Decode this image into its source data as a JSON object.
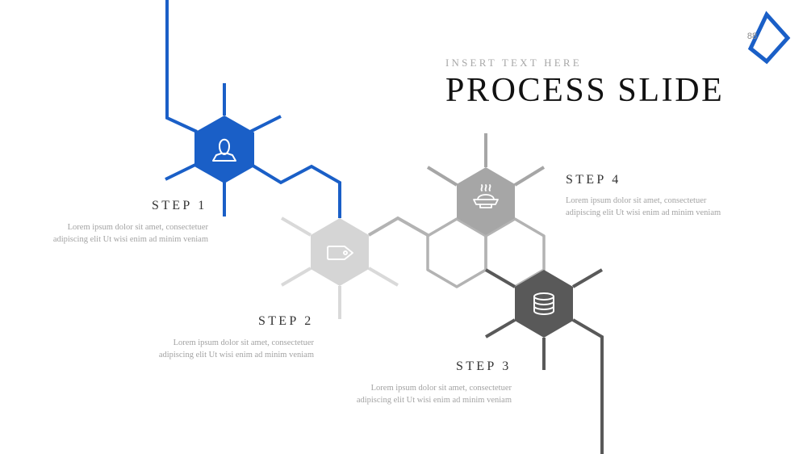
{
  "slide": {
    "subtitle": "INSERT TEXT HERE",
    "title": "PROCESS SLIDE",
    "page_number": "88"
  },
  "steps": [
    {
      "label": "STEP 1",
      "text": "Lorem ipsum dolor sit amet, consectetuer adipiscing elit Ut wisi enim ad minim veniam",
      "icon": "user-icon",
      "color": "#1a5fc7"
    },
    {
      "label": "STEP 2",
      "text": "Lorem ipsum dolor sit amet, consectetuer adipiscing elit Ut wisi enim ad minim veniam",
      "icon": "tag-icon",
      "color": "#d5d5d5"
    },
    {
      "label": "STEP 3",
      "text": "Lorem ipsum dolor sit amet, consectetuer adipiscing elit Ut wisi enim ad minim veniam",
      "icon": "database-icon",
      "color": "#595959"
    },
    {
      "label": "STEP 4",
      "text": "Lorem ipsum dolor sit amet, consectetuer adipiscing elit Ut wisi enim ad minim veniam",
      "icon": "food-bowl-icon",
      "color": "#a6a6a6"
    }
  ],
  "colors": {
    "accent": "#1a5fc7",
    "light_gray": "#d5d5d5",
    "mid_gray": "#a6a6a6",
    "dark_gray": "#595959"
  }
}
